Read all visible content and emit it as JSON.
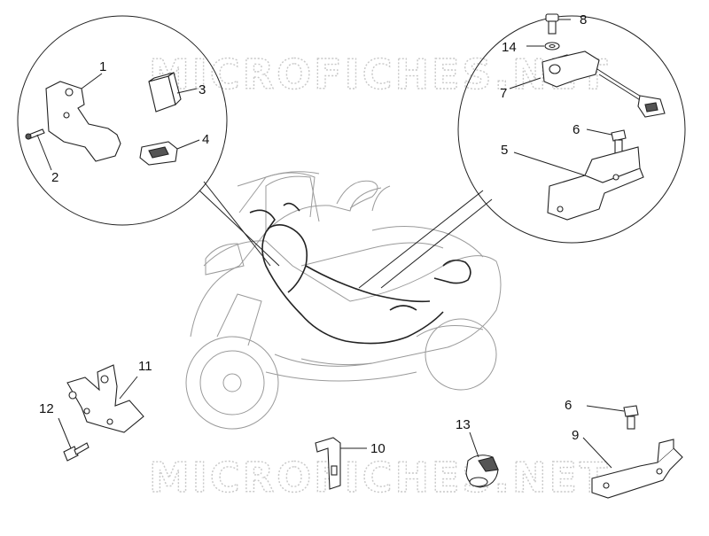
{
  "watermark": {
    "text_top": "MICROFICHES.NET",
    "text_bottom": "MICROFICHES.NET"
  },
  "callouts": {
    "c1": "1",
    "c2": "2",
    "c3": "3",
    "c4": "4",
    "c5": "5",
    "c6a": "6",
    "c6b": "6",
    "c7": "7",
    "c8": "8",
    "c9": "9",
    "c10": "10",
    "c11": "11",
    "c12": "12",
    "c13": "13",
    "c14": "14"
  },
  "colors": {
    "line": "#222222",
    "watermark": "#c8c8c8",
    "motorcycle": "#9a9a9a"
  }
}
